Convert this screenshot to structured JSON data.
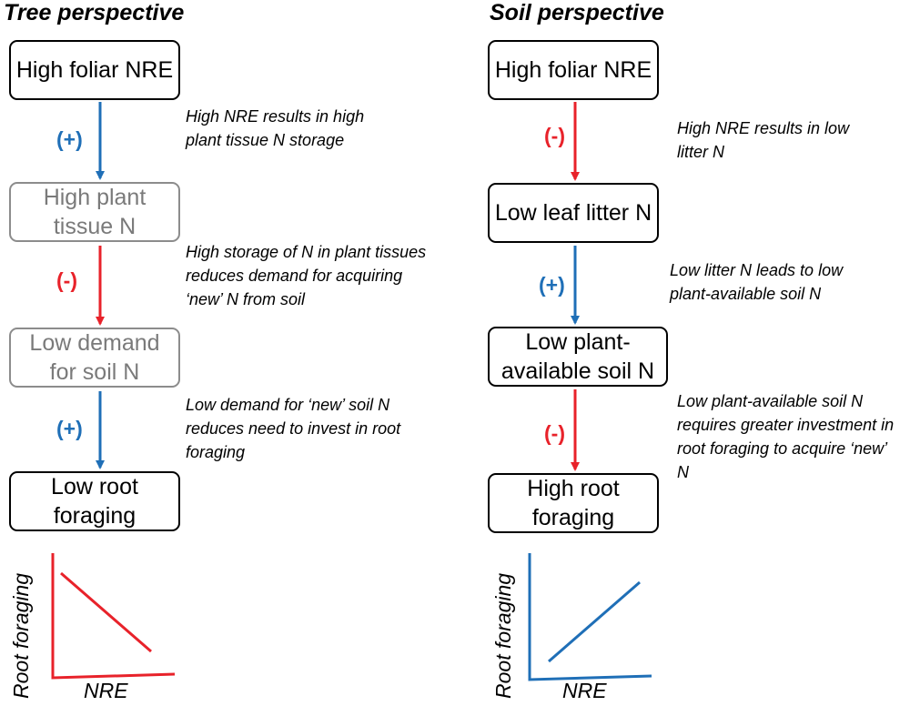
{
  "panels": {
    "tree": {
      "heading": "Tree perspective",
      "nodes": [
        {
          "text": "High foliar NRE",
          "muted": false
        },
        {
          "text": "High plant tissue N",
          "muted": true
        },
        {
          "text": "Low demand for soil N",
          "muted": true
        },
        {
          "text": "Low root foraging",
          "muted": false
        }
      ],
      "links": [
        {
          "sign": "(+)",
          "polarity": "positive",
          "note": "High NRE results in high plant tissue N storage"
        },
        {
          "sign": "(-)",
          "polarity": "negative",
          "note": "High storage of N in plant tissues reduces demand for acquiring ‘new’ N from soil"
        },
        {
          "sign": "(+)",
          "polarity": "positive",
          "note": "Low demand for ‘new’ soil N reduces need to invest in root foraging"
        }
      ],
      "graph": {
        "xlabel": "NRE",
        "ylabel": "Root foraging",
        "trend": "decreasing",
        "color": "#e8222a"
      }
    },
    "soil": {
      "heading": "Soil perspective",
      "nodes": [
        {
          "text": "High foliar NRE",
          "muted": false
        },
        {
          "text": "Low leaf litter N",
          "muted": false
        },
        {
          "text": "Low plant-available soil N",
          "muted": false
        },
        {
          "text": "High root foraging",
          "muted": false
        }
      ],
      "links": [
        {
          "sign": "(-)",
          "polarity": "negative",
          "note": "High NRE results in low litter N"
        },
        {
          "sign": "(+)",
          "polarity": "positive",
          "note": "Low litter N leads to low plant-available soil N"
        },
        {
          "sign": "(-)",
          "polarity": "negative",
          "note": "Low plant-available soil N requires greater investment in root foraging to acquire ‘new’ N"
        }
      ],
      "graph": {
        "xlabel": "NRE",
        "ylabel": "Root foraging",
        "trend": "increasing",
        "color": "#1f6fb7"
      }
    }
  },
  "colors": {
    "positive": "#1f6fb7",
    "negative": "#e8222a",
    "muted": "#8c8c8c"
  }
}
